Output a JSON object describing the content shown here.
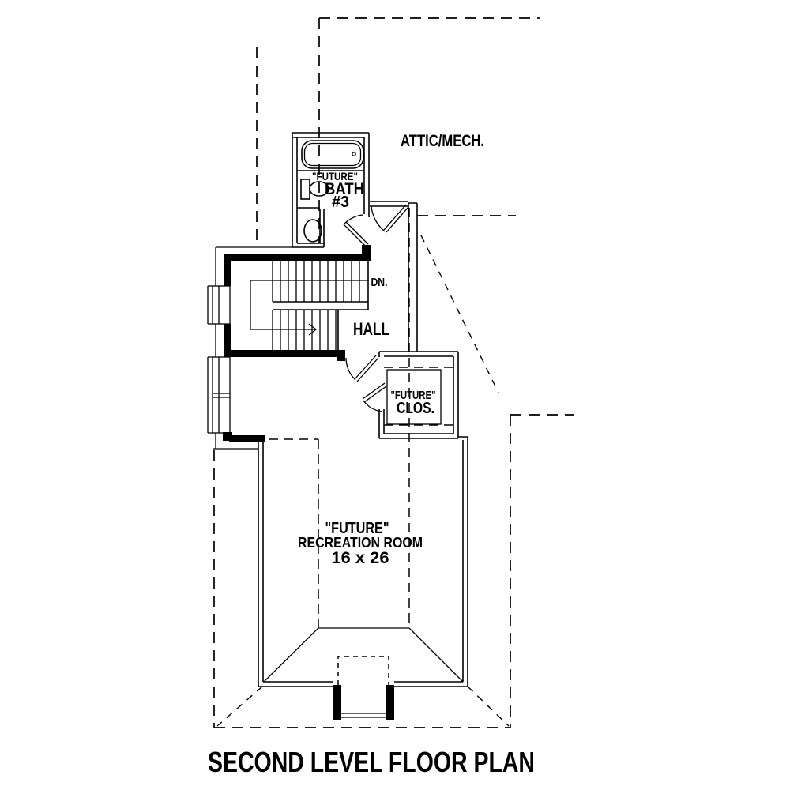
{
  "colors": {
    "ink": "#000000",
    "paper": "#ffffff"
  },
  "plan": {
    "title": "SECOND LEVEL FLOOR PLAN",
    "rooms": {
      "attic": {
        "label": "ATTIC/MECH."
      },
      "bath": {
        "prefix": "\"FUTURE\"",
        "name": "BATH",
        "number": "#3"
      },
      "stairs": {
        "direction": "DN."
      },
      "hall": {
        "label": "HALL"
      },
      "closet": {
        "prefix": "\"FUTURE\"",
        "name": "CLOS."
      },
      "recreation": {
        "prefix": "\"FUTURE\"",
        "name": "RECREATION ROOM",
        "dimensions": "16 x 26"
      }
    }
  }
}
